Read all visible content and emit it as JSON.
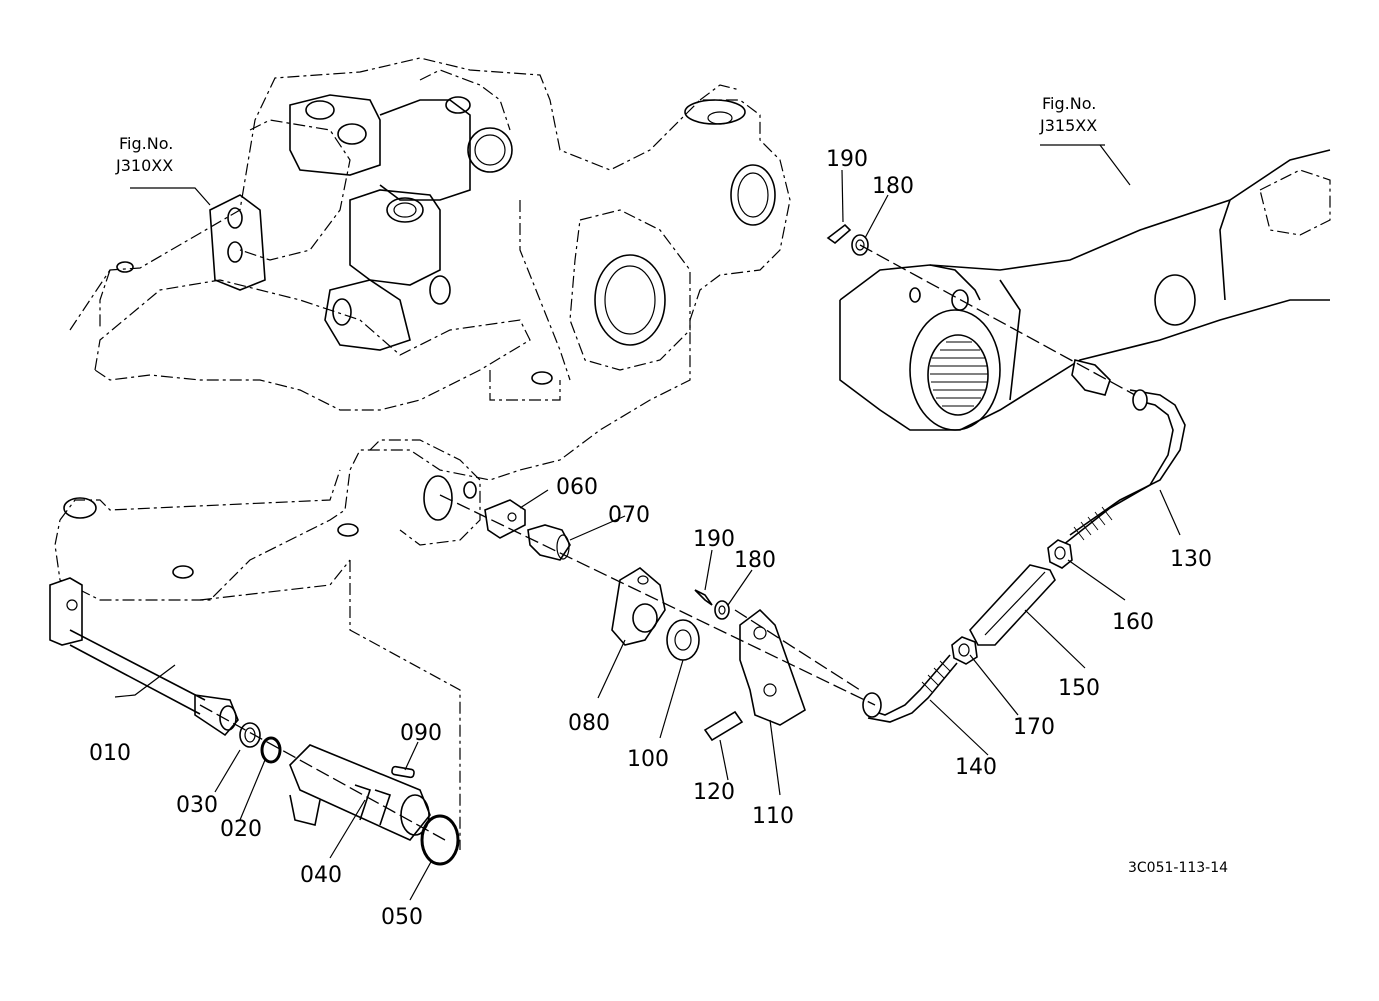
{
  "fig_refs": [
    {
      "top": "Fig.No.",
      "code": "J310XX"
    },
    {
      "top": "Fig.No.",
      "code": "J315XX"
    }
  ],
  "part_labels": [
    "010",
    "020",
    "030",
    "040",
    "050",
    "060",
    "070",
    "080",
    "090",
    "100",
    "110",
    "120",
    "130",
    "140",
    "150",
    "160",
    "170",
    "180",
    "190",
    "180",
    "190"
  ],
  "drawing_code": "3C051-113-14"
}
